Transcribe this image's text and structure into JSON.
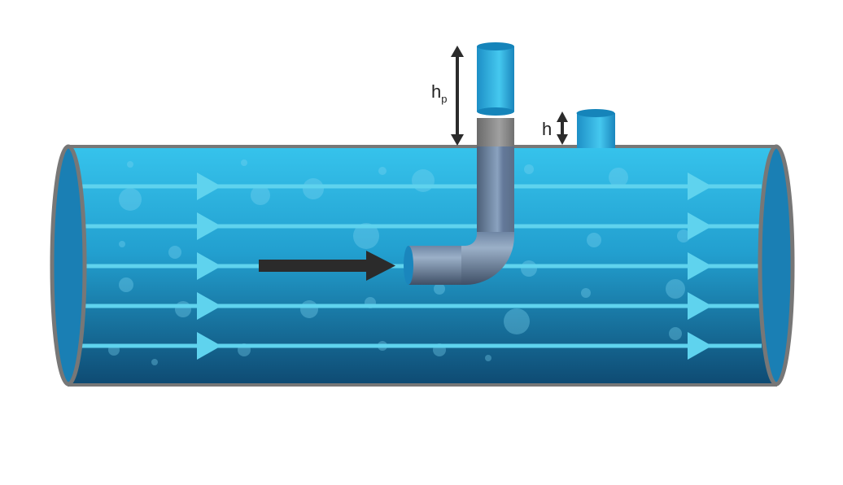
{
  "labels": {
    "hp_main": "h",
    "hp_sub": "p",
    "h": "h"
  },
  "colors": {
    "water_top": "#33bfea",
    "water_bottom": "#0f4f78",
    "flow_line": "#5fd3ee",
    "pipe_rim": "#777777",
    "tube": "#5f7591",
    "arrow": "#2b2b2b"
  },
  "flow_lines": 5
}
